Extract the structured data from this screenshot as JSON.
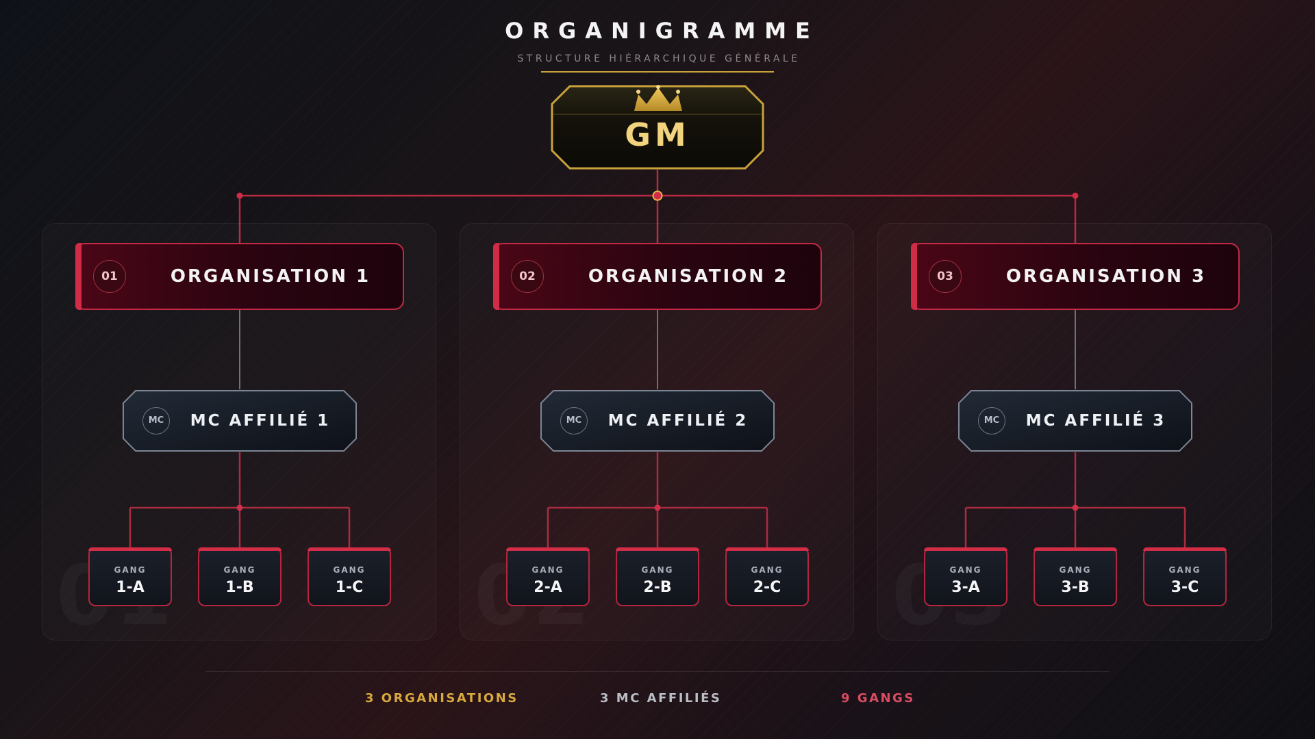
{
  "header": {
    "title": "ORGANIGRAMME",
    "subtitle": "STRUCTURE HIÉRARCHIQUE GÉNÉRALE"
  },
  "root": {
    "label": "GM"
  },
  "organizations": [
    {
      "badge": "01",
      "name": "ORGANISATION 1",
      "watermark": "01",
      "mc": {
        "badge": "MC",
        "name": "MC AFFILIÉ 1"
      },
      "gangs": [
        {
          "kicker": "GANG",
          "name": "1-A"
        },
        {
          "kicker": "GANG",
          "name": "1-B"
        },
        {
          "kicker": "GANG",
          "name": "1-C"
        }
      ]
    },
    {
      "badge": "02",
      "name": "ORGANISATION 2",
      "watermark": "02",
      "mc": {
        "badge": "MC",
        "name": "MC AFFILIÉ 2"
      },
      "gangs": [
        {
          "kicker": "GANG",
          "name": "2-A"
        },
        {
          "kicker": "GANG",
          "name": "2-B"
        },
        {
          "kicker": "GANG",
          "name": "2-C"
        }
      ]
    },
    {
      "badge": "03",
      "name": "ORGANISATION 3",
      "watermark": "03",
      "mc": {
        "badge": "MC",
        "name": "MC AFFILIÉ 3"
      },
      "gangs": [
        {
          "kicker": "GANG",
          "name": "3-A"
        },
        {
          "kicker": "GANG",
          "name": "3-B"
        },
        {
          "kicker": "GANG",
          "name": "3-C"
        }
      ]
    }
  ],
  "footer": {
    "organisations": "3 ORGANISATIONS",
    "mc": "3 MC AFFILIÉS",
    "gangs": "9 GANGS"
  },
  "colors": {
    "gold": "#c9a23a",
    "crimson": "#d12c47",
    "steel": "#6d7583",
    "stat_org": "#d8a93e",
    "stat_mc": "#b9bec7",
    "stat_gang": "#d94c63"
  },
  "icons": {
    "root": "crown-icon"
  }
}
